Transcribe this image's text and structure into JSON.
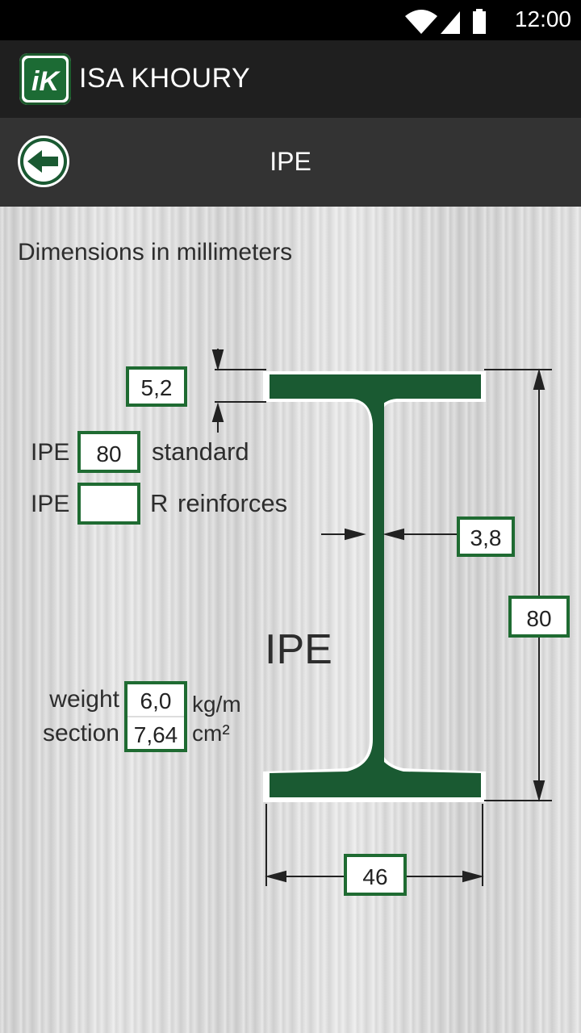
{
  "status_bar": {
    "time": "12:00"
  },
  "app_bar": {
    "title": "ISA KHOURY",
    "logo_text": "iK"
  },
  "sub_header": {
    "title": "IPE"
  },
  "diagram": {
    "heading": "Dimensions in millimeters",
    "flange_thickness": "5,2",
    "profile_prefix_1": "IPE",
    "standard_size": "80",
    "standard_label": "standard",
    "profile_prefix_2": "IPE",
    "reinforced_size": "",
    "reinforced_suffix": "R",
    "reinforced_label": "reinforces",
    "web_thickness": "3,8",
    "height": "80",
    "profile_label": "IPE",
    "weight_label": "weight",
    "weight_value": "6,0",
    "weight_unit": "kg/m",
    "section_label": "section",
    "section_value": "7,64",
    "section_unit": "cm²",
    "width": "46"
  },
  "colors": {
    "steel_green": "#1a5a32",
    "box_border": "#1f6b32"
  }
}
